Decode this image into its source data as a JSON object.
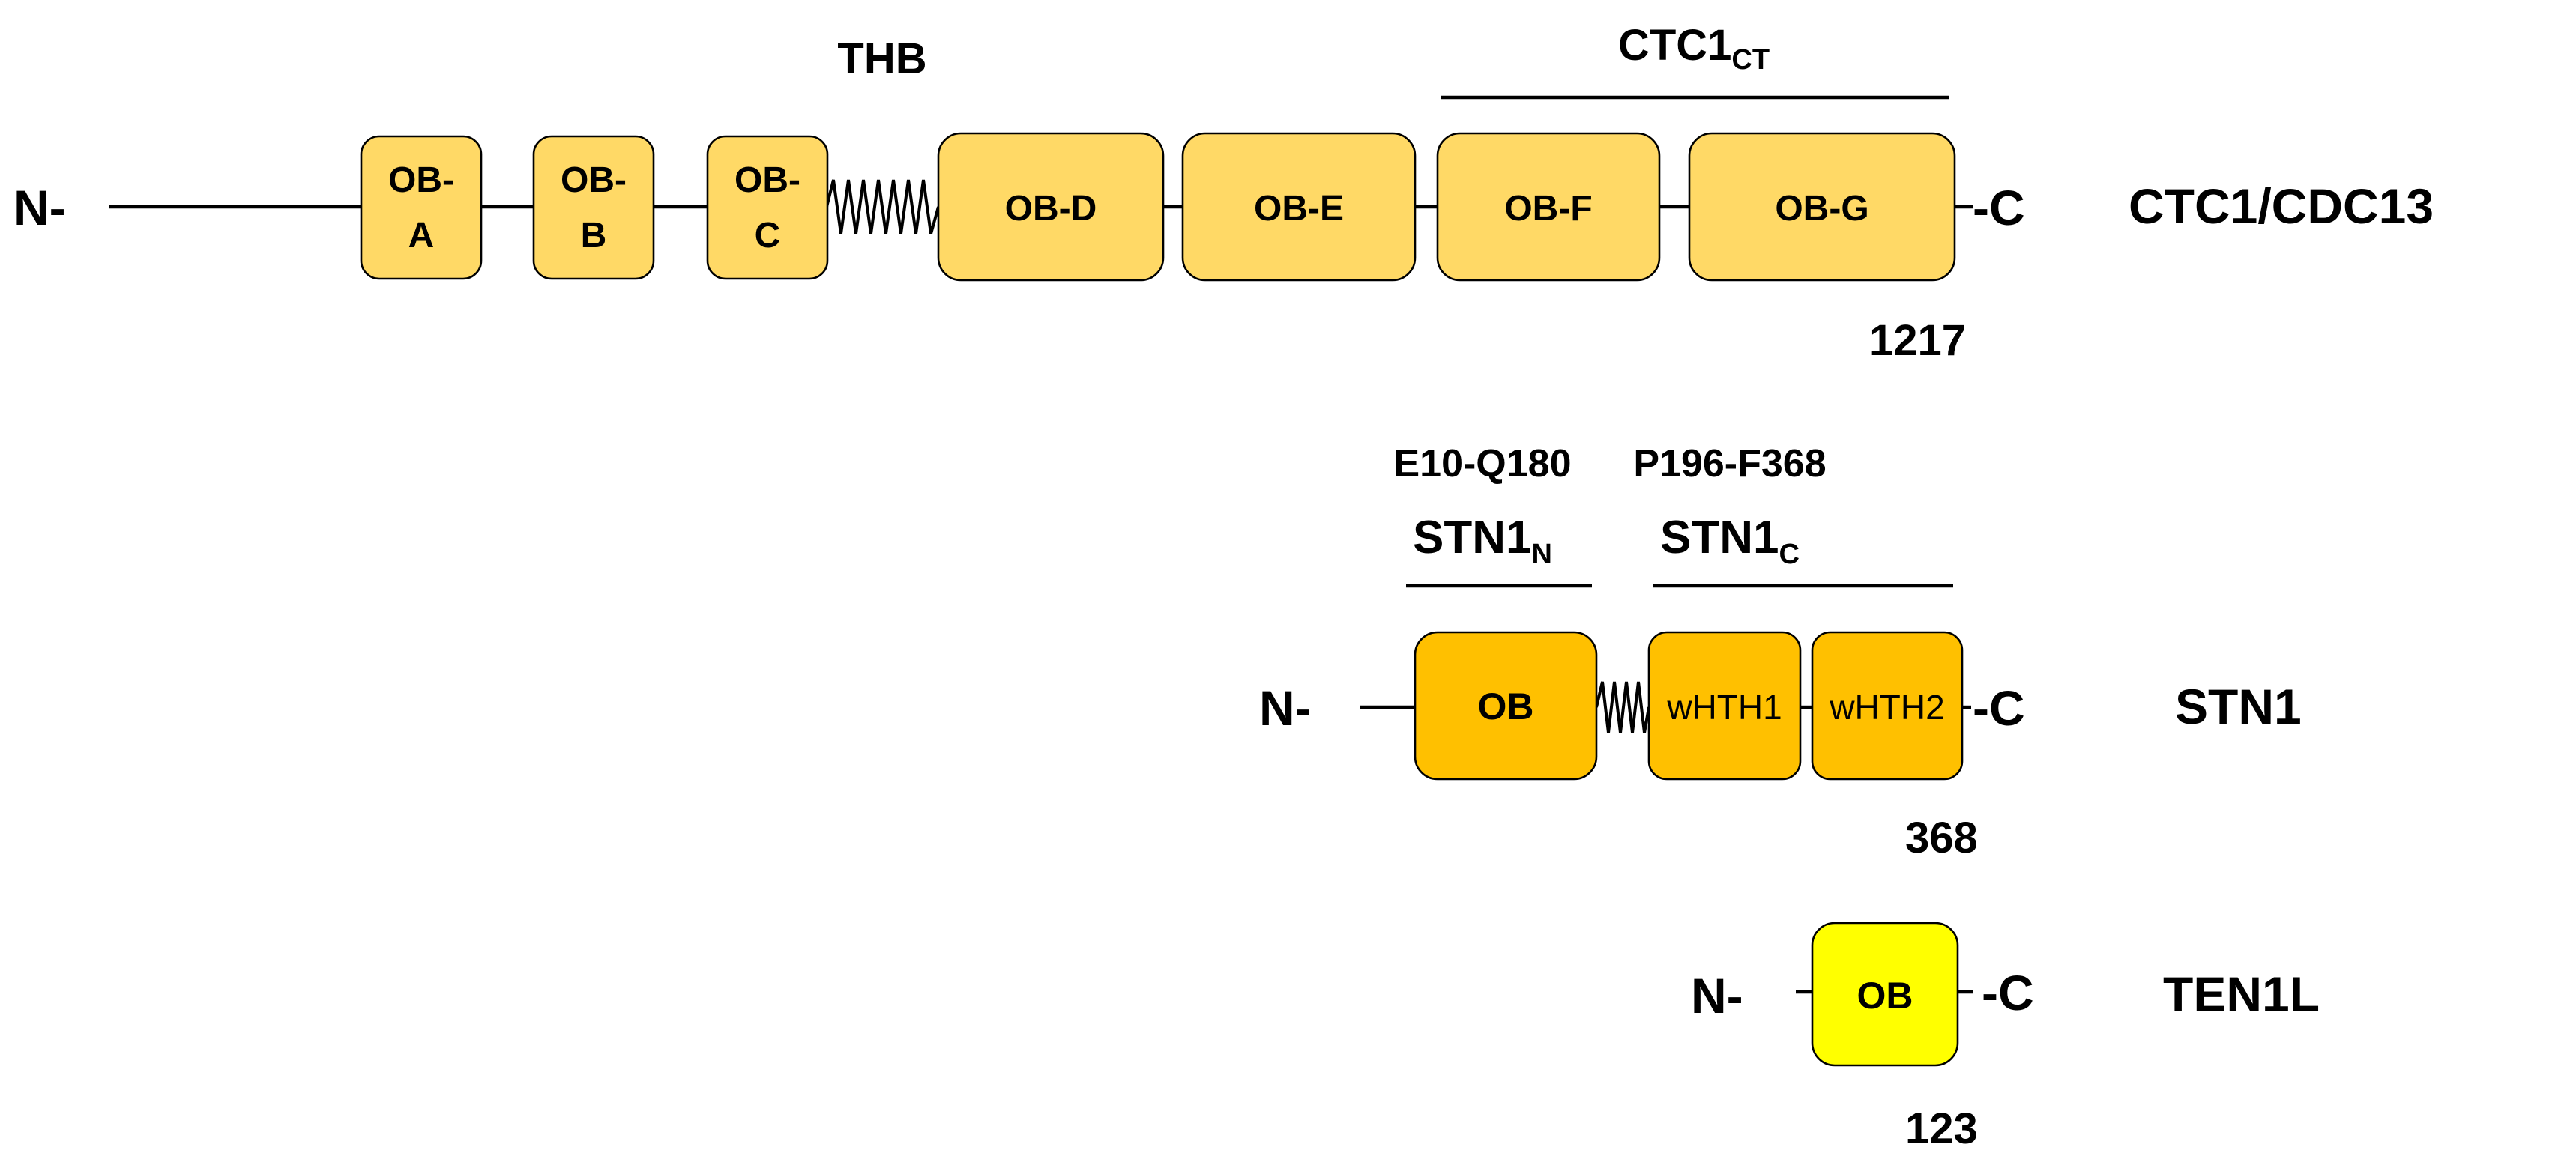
{
  "colors": {
    "ctc1_domain": "#FFD966",
    "stn1_domain": "#FFC000",
    "ten1l_domain": "#FFFF00"
  },
  "proteins": {
    "ctc1": {
      "name": "CTC1/CDC13",
      "n_term": "N-",
      "c_term": "-C",
      "length": "1217",
      "linker_label": "THB",
      "region_label_base": "CTC1",
      "region_label_sub": "CT",
      "domains": [
        {
          "line1": "OB-",
          "line2": "A"
        },
        {
          "line1": "OB-",
          "line2": "B"
        },
        {
          "line1": "OB-",
          "line2": "C"
        },
        {
          "line1": "OB-D"
        },
        {
          "line1": "OB-E"
        },
        {
          "line1": "OB-F"
        },
        {
          "line1": "OB-G"
        }
      ]
    },
    "stn1": {
      "name": "STN1",
      "n_term": "N-",
      "c_term": "-C",
      "length": "368",
      "region_n": {
        "range": "E10-Q180",
        "base": "STN1",
        "sub": "N"
      },
      "region_c": {
        "range": "P196-F368",
        "base": "STN1",
        "sub": "C"
      },
      "domains": [
        {
          "line1": "OB"
        },
        {
          "line1": "wHTH1"
        },
        {
          "line1": "wHTH2"
        }
      ]
    },
    "ten1l": {
      "name": "TEN1L",
      "n_term": "N-",
      "c_term": "-C",
      "length": "123",
      "domains": [
        {
          "line1": "OB"
        }
      ]
    }
  }
}
